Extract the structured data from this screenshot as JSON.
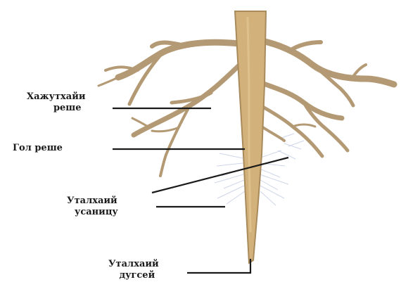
{
  "diagram": {
    "labels": {
      "lateral_roots": [
        "Хажутхайи",
        "реше"
      ],
      "main_root": "Гол реше",
      "absorption_zone": [
        "Уталхаий",
        "усаницу"
      ],
      "root_cap": [
        "Уталхаий",
        "дугсей"
      ]
    },
    "colors": {
      "root": "#b49a74",
      "main_root_fill": "#d2b27a",
      "main_root_shadow": "#a88a5c",
      "root_hairs": "#c9d2e6",
      "leader_lines": "#1a1a1a",
      "label_text": "#1a1a1a"
    }
  }
}
